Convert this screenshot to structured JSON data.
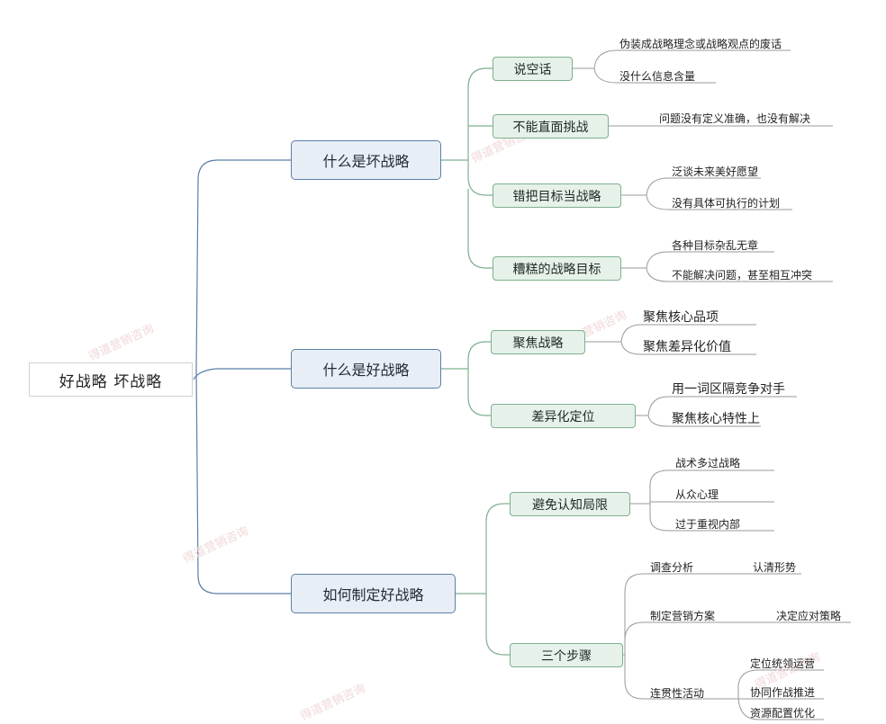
{
  "root": "好战略  坏战略",
  "branches": [
    {
      "label": "什么是坏战略",
      "children": [
        {
          "label": "说空话",
          "leaves": [
            "伪装成战略理念或战略观点的废话",
            "没什么信息含量"
          ]
        },
        {
          "label": "不能直面挑战",
          "leaves": [
            "问题没有定义准确，也没有解决"
          ]
        },
        {
          "label": "错把目标当战略",
          "leaves": [
            "泛谈未来美好愿望",
            "没有具体可执行的计划"
          ]
        },
        {
          "label": "糟糕的战略目标",
          "leaves": [
            "各种目标杂乱无章",
            "不能解决问题，甚至相互冲突"
          ]
        }
      ]
    },
    {
      "label": "什么是好战略",
      "children": [
        {
          "label": "聚焦战略",
          "leaves": [
            "聚焦核心品项",
            "聚焦差异化价值"
          ]
        },
        {
          "label": "差异化定位",
          "leaves": [
            "用一词区隔竞争对手",
            "聚焦核心特性上"
          ]
        }
      ]
    },
    {
      "label": "如何制定好战略",
      "children": [
        {
          "label": "避免认知局限",
          "leaves": [
            "战术多过战略",
            "从众心理",
            "过于重视内部"
          ]
        },
        {
          "label": "三个步骤",
          "steps": [
            {
              "label": "调查分析",
              "results": [
                "认清形势"
              ]
            },
            {
              "label": "制定营销方案",
              "results": [
                "决定应对策略"
              ]
            },
            {
              "label": "连贯性活动",
              "results": [
                "定位统领运营",
                "协同作战推进",
                "资源配置优化"
              ]
            }
          ]
        }
      ]
    }
  ],
  "watermark": "得道营销咨询",
  "colors": {
    "primary_line": "#5b7fa8",
    "secondary_line": "#7eb08f",
    "leaf_line": "#9a9a9a"
  }
}
